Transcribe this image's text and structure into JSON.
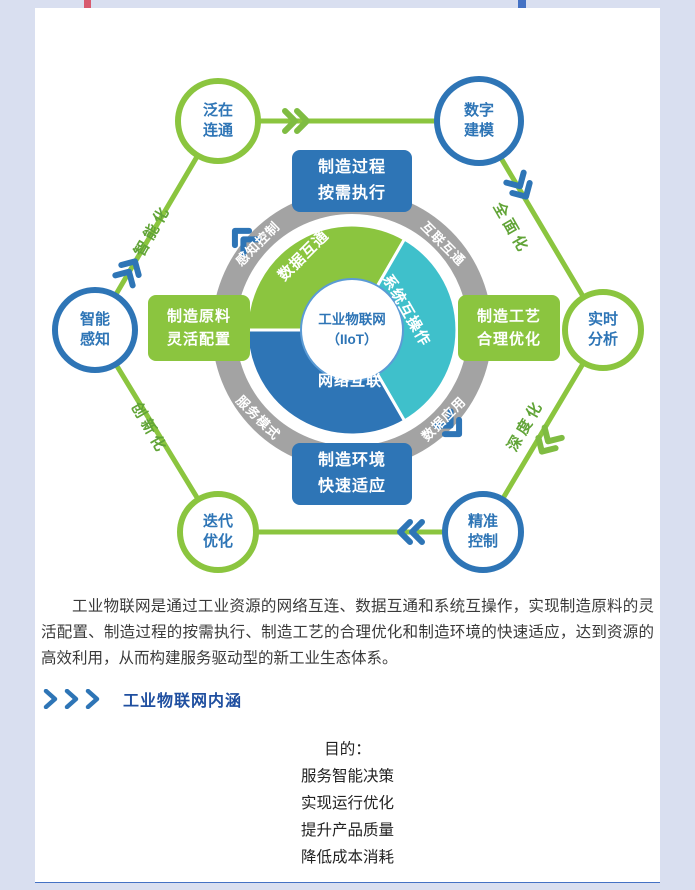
{
  "page": {
    "background": "#d9dff0",
    "card_background": "#ffffff",
    "accent_blue": "#2e75b6",
    "accent_green": "#8bc53f",
    "accent_teal": "#3fc0cb",
    "ring_gray": "#a3a3a3",
    "bar_blue": "#4472c4",
    "tab_red": "#d85a6e"
  },
  "diagram": {
    "center": {
      "label": "工业物联网\n（IIoT）"
    },
    "segments": [
      {
        "label": "数据互通",
        "color": "#8bc53f"
      },
      {
        "label": "系统互操作",
        "color": "#3fc0cb"
      },
      {
        "label": "网络互联",
        "color": "#2e75b6"
      }
    ],
    "ring_labels": [
      {
        "label": "感知控制"
      },
      {
        "label": "互联互通"
      },
      {
        "label": "数据应用"
      },
      {
        "label": "服务模式"
      }
    ],
    "boxes": [
      {
        "label": "制造过程\n按需执行",
        "color": "#2e75b6"
      },
      {
        "label": "制造工艺\n合理优化",
        "color": "#8bc53f"
      },
      {
        "label": "制造环境\n快速适应",
        "color": "#2e75b6"
      },
      {
        "label": "制造原料\n灵活配置",
        "color": "#8bc53f"
      }
    ],
    "nodes": [
      {
        "label": "泛在\n连通",
        "border": "green"
      },
      {
        "label": "数字\n建模",
        "border": "blue"
      },
      {
        "label": "实时\n分析",
        "border": "green"
      },
      {
        "label": "精准\n控制",
        "border": "blue"
      },
      {
        "label": "迭代\n优化",
        "border": "green"
      },
      {
        "label": "智能\n感知",
        "border": "blue"
      }
    ],
    "edge_labels": [
      {
        "label": "智能化"
      },
      {
        "label": "全面化"
      },
      {
        "label": "深度化"
      },
      {
        "label": "创新化"
      }
    ]
  },
  "paragraph": "工业物联网是通过工业资源的网络互连、数据互通和系统互操作，实现制造原料的灵活配置、制造过程的按需执行、制造工艺的合理优化和制造环境的快速适应，达到资源的高效利用，从而构建服务驱动型的新工业生态体系。",
  "section": {
    "title": "工业物联网内涵"
  },
  "purpose": {
    "title": "目的：",
    "items": [
      "服务智能决策",
      "实现运行优化",
      "提升产品质量",
      "降低成本消耗"
    ]
  }
}
